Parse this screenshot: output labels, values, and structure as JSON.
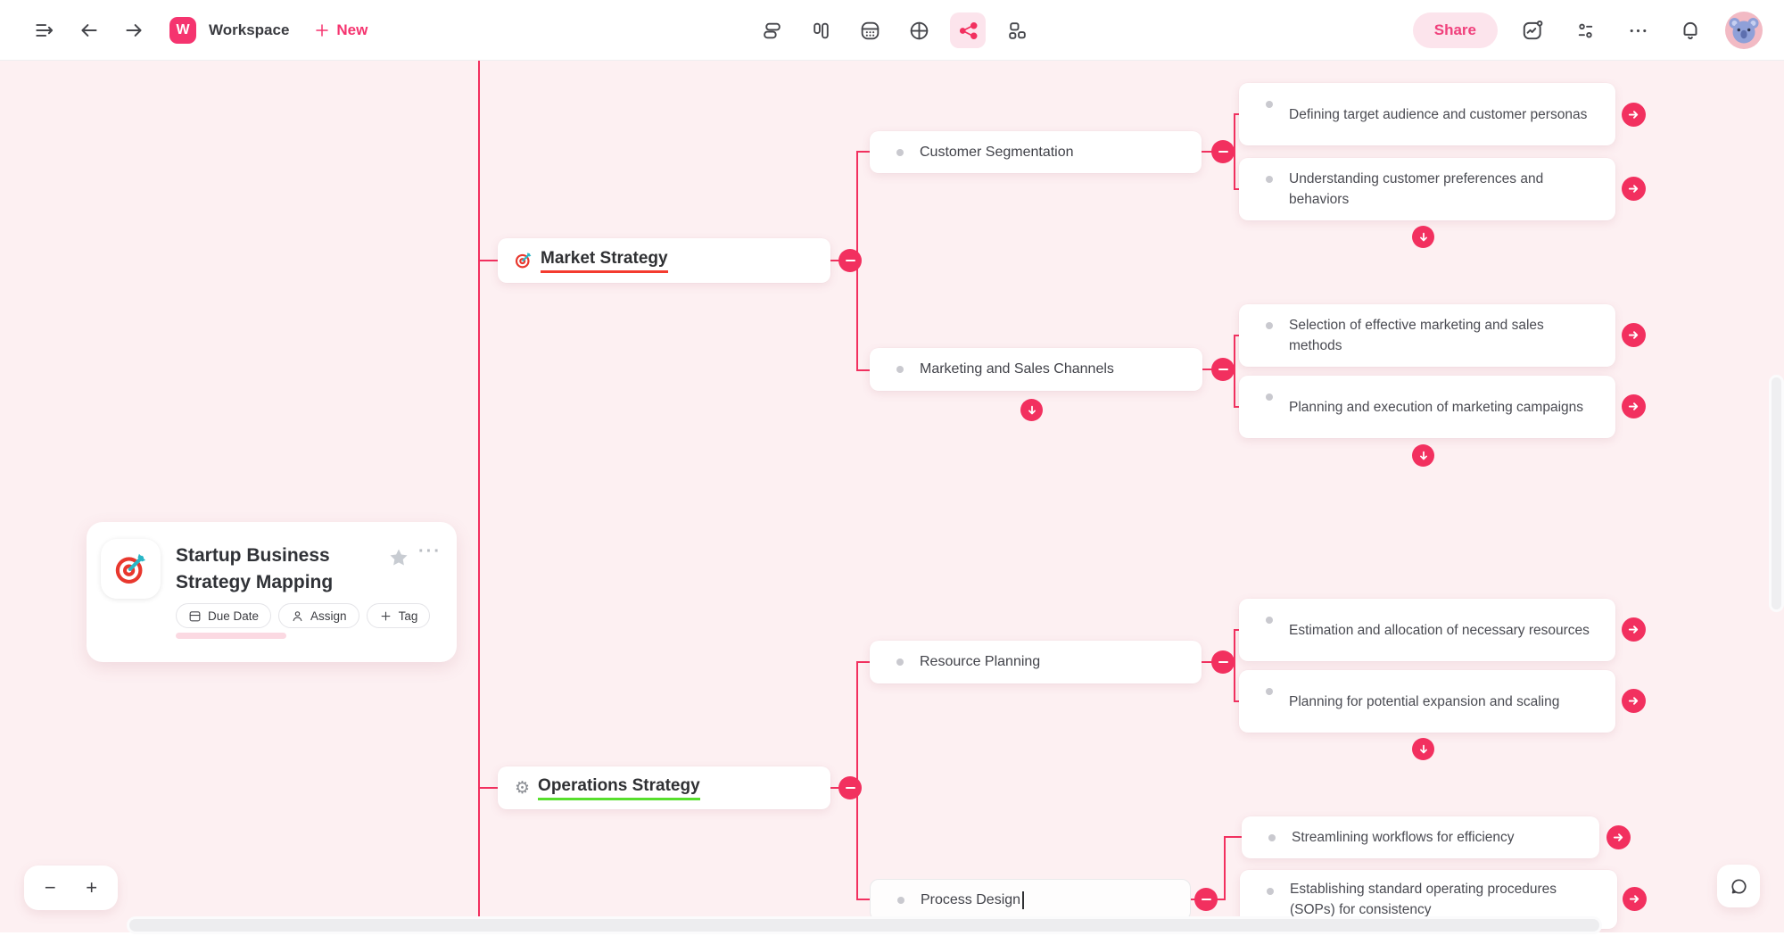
{
  "colors": {
    "accent_pink": "#f5346f",
    "map_pink": "#f2305f",
    "canvas_bg": "#fdf0f2",
    "share_pill_bg": "#fce4ec",
    "underline_red": "#f43b2f",
    "underline_green": "#57df2d"
  },
  "header": {
    "workspace_initial": "W",
    "workspace_name": "Workspace",
    "new_label": "New",
    "share_label": "Share",
    "icons": [
      "sidebar-toggle-icon",
      "back-icon",
      "forward-icon",
      "list-view-icon",
      "kanban-view-icon",
      "table-view-icon",
      "quadrant-view-icon",
      "mindmap-view-icon",
      "frame-view-icon",
      "activity-icon",
      "member-settings-icon",
      "more-icon",
      "notifications-icon",
      "avatar"
    ]
  },
  "doc_card": {
    "title": "Startup Business Strategy Mapping",
    "due_date_label": "Due Date",
    "assign_label": "Assign",
    "tag_label": "Tag"
  },
  "zoom_controls": {
    "zoom_out": "−",
    "zoom_in": "+"
  },
  "mindmap": {
    "branches": [
      {
        "label": "Market Strategy",
        "children": [
          {
            "label": "Customer Segmentation",
            "children": [
              {
                "label": "Defining target audience and customer personas"
              },
              {
                "label": "Understanding customer preferences and behaviors"
              }
            ]
          },
          {
            "label": "Marketing and Sales Channels",
            "children": [
              {
                "label": "Selection of effective marketing and sales methods"
              },
              {
                "label": "Planning and execution of marketing campaigns"
              }
            ]
          }
        ]
      },
      {
        "label": "Operations Strategy",
        "children": [
          {
            "label": "Resource Planning",
            "children": [
              {
                "label": "Estimation and allocation of necessary resources"
              },
              {
                "label": "Planning for potential expansion and scaling"
              }
            ]
          },
          {
            "label": "Process Design",
            "editing": true,
            "children": [
              {
                "label": "Streamlining workflows for efficiency"
              },
              {
                "label": "Establishing standard operating procedures (SOPs) for consistency"
              }
            ]
          }
        ]
      }
    ]
  }
}
